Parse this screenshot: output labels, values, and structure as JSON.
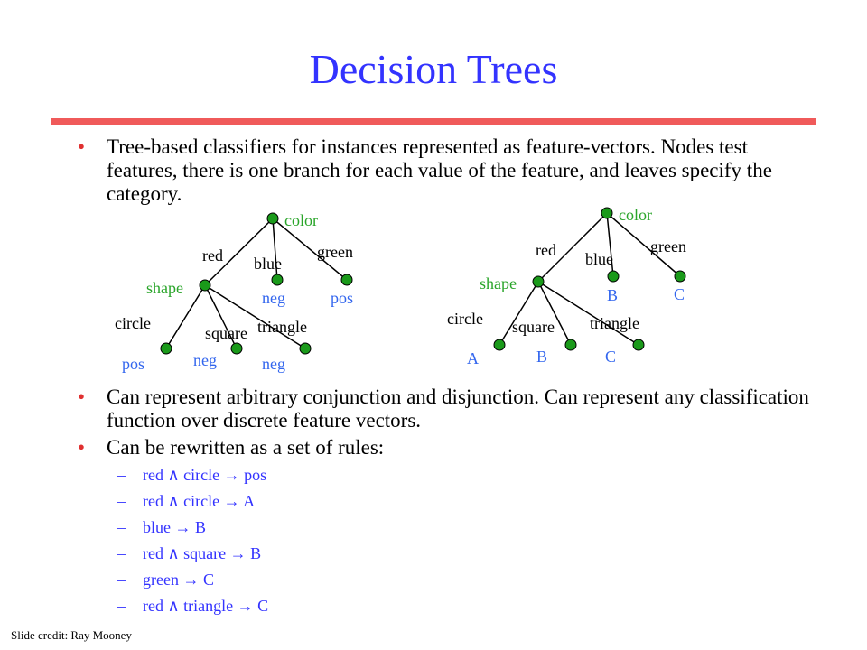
{
  "title": "Decision Trees",
  "bullets": {
    "b1": "Tree-based classifiers for instances represented as feature-vectors. Nodes test features, there is one branch for each value of the feature, and leaves specify the category.",
    "b2": "Can represent arbitrary conjunction and disjunction. Can represent any classification function over discrete feature vectors.",
    "b3": "Can be rewritten as a set of rules:"
  },
  "bullet_marker": "•",
  "rule_dash": "–",
  "rules": [
    "red ∧ circle → pos",
    "red ∧ circle → A",
    "blue → B",
    "red ∧ square → B",
    "green → C",
    "red ∧ triangle → C"
  ],
  "tree1": {
    "root": "color",
    "edges": {
      "red": "red",
      "blue": "blue",
      "green": "green",
      "circle": "circle",
      "square": "square",
      "triangle": "triangle"
    },
    "shape": "shape",
    "leaves": {
      "blue": "neg",
      "green": "pos",
      "circle": "pos",
      "square": "neg",
      "triangle": "neg"
    }
  },
  "tree2": {
    "root": "color",
    "edges": {
      "red": "red",
      "blue": "blue",
      "green": "green",
      "circle": "circle",
      "square": "square",
      "triangle": "triangle"
    },
    "shape": "shape",
    "leaves": {
      "blue": "B",
      "green": "C",
      "circle": "A",
      "square": "B",
      "triangle": "C"
    }
  },
  "colors": {
    "title": "#3333ff",
    "rule_bar": "#f05a5a",
    "node_fill": "#1a9a1a",
    "feature_label": "#2aa52a",
    "class_label": "#3366ee"
  },
  "credit": "Slide credit: Ray Mooney"
}
